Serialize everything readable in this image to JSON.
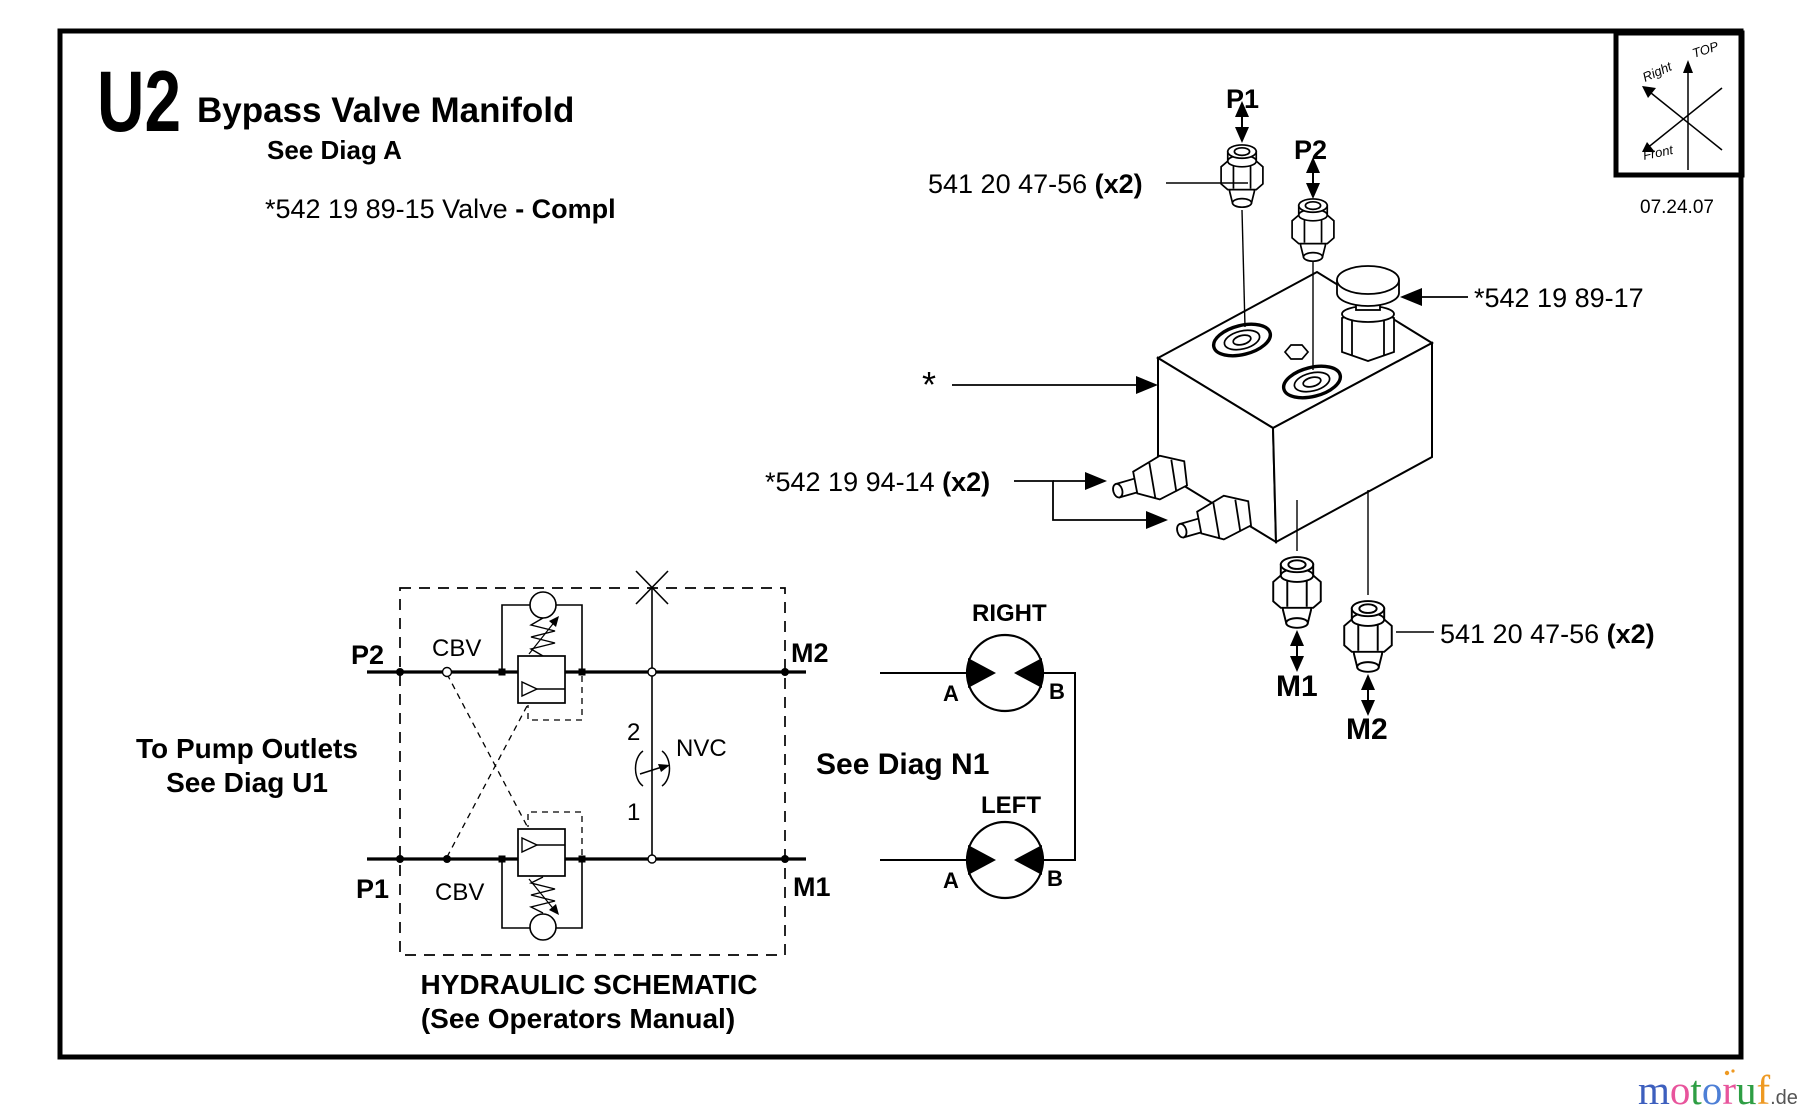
{
  "page": {
    "title_code": "U2",
    "title": "Bypass Valve Manifold",
    "subtitle": "See Diag A",
    "assembly_part": "*542 19 89-15 Valve ",
    "assembly_part_suffix": "- Compl",
    "date": "07.24.07"
  },
  "orientation": {
    "top": "TOP",
    "right": "Right",
    "front": "Front"
  },
  "iso": {
    "p1": "P1",
    "p2": "P2",
    "m1": "M1",
    "m2": "M2",
    "fitting_top_part": "541 20 47-56 ",
    "fitting_top_qty": "(x2)",
    "fitting_bottom_part": "541 20 47-56 ",
    "fitting_bottom_qty": "(x2)",
    "plug_part": "*542 19 94-14 ",
    "plug_qty": "(x2)",
    "knob_part": "*542 19 89-17",
    "block_ref": "*"
  },
  "schematic": {
    "p1": "P1",
    "p2": "P2",
    "m1": "M1",
    "m2": "M2",
    "cbv_top": "CBV",
    "cbv_bottom": "CBV",
    "nvc": "NVC",
    "num_top": "2",
    "num_bottom": "1",
    "pump_note_line1": "To Pump Outlets",
    "pump_note_line2": "See Diag U1",
    "diag_note": "See Diag N1",
    "caption_line1": "HYDRAULIC SCHEMATIC",
    "caption_line2": "(See Operators Manual)",
    "right_motor": {
      "label": "RIGHT",
      "a": "A",
      "b": "B"
    },
    "left_motor": {
      "label": "LEFT",
      "a": "A",
      "b": "B"
    }
  },
  "watermark": {
    "letters": [
      {
        "ch": "m",
        "color": "#3d5fbe"
      },
      {
        "ch": "o",
        "color": "#e8549c"
      },
      {
        "ch": "t",
        "color": "#2e9e44"
      },
      {
        "ch": "o",
        "color": "#4d7fd6"
      },
      {
        "ch": "r",
        "color": "#e8549c"
      },
      {
        "ch": "u",
        "color": "#2e9e44"
      },
      {
        "ch": "f",
        "color": "#ee9922"
      }
    ],
    "suffix": ".de"
  }
}
